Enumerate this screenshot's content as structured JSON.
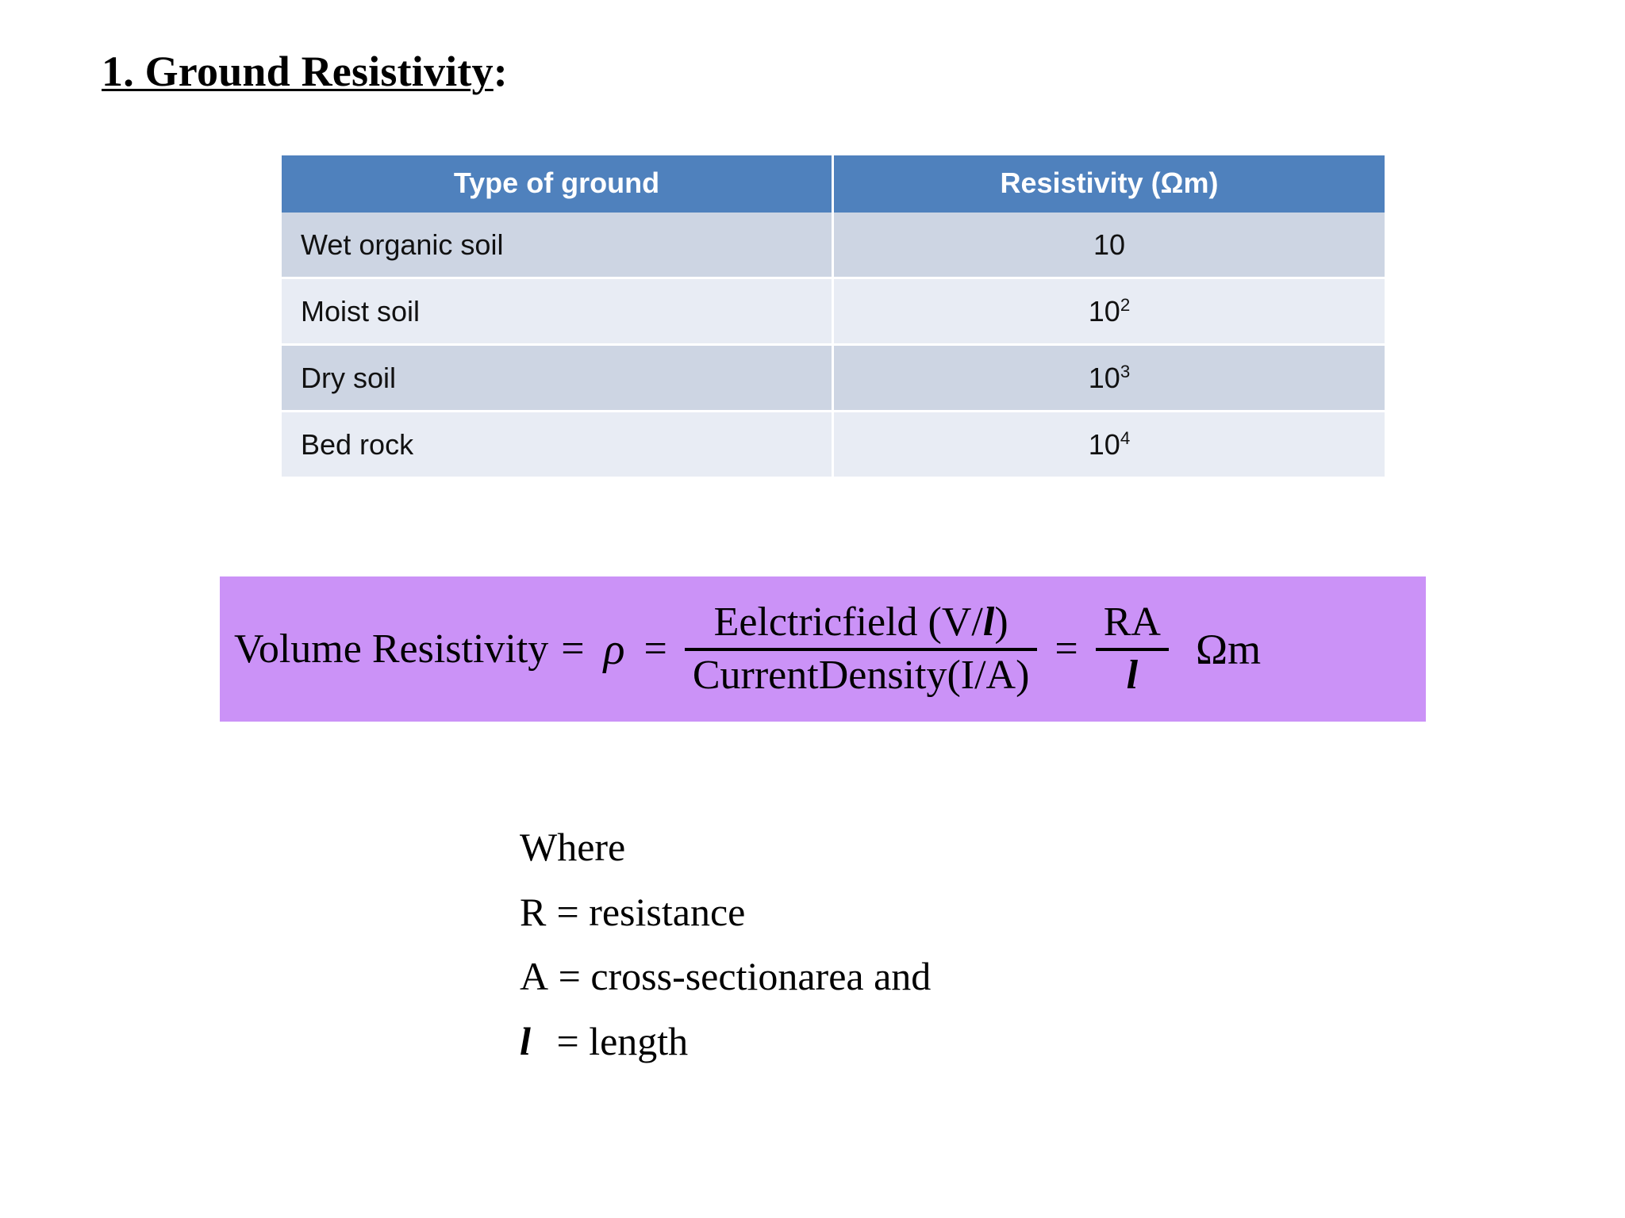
{
  "slide": {
    "title_underlined": "1. Ground Resistivity",
    "title_suffix": ":"
  },
  "table": {
    "headers": [
      "Type of ground",
      "Resistivity (Ωm)"
    ],
    "rows": [
      {
        "type": "Wet organic soil",
        "base": "10",
        "exp": ""
      },
      {
        "type": "Moist soil",
        "base": "10",
        "exp": "2"
      },
      {
        "type": "Dry soil",
        "base": "10",
        "exp": "3"
      },
      {
        "type": "Bed rock",
        "base": "10",
        "exp": "4"
      }
    ]
  },
  "formula": {
    "lhs": "Volume Resistivity",
    "equals1": "=",
    "rho": "ρ",
    "equals2": "=",
    "numerator_text": "Eelctricfield (V/",
    "numerator_var": "l",
    "numerator_close": ")",
    "denominator": "CurrentDensity(I/A)",
    "equals3": "=",
    "ratio_numerator": "RA",
    "ratio_denominator": "l",
    "units": "Ωm",
    "background_color": "#CB92F7"
  },
  "where": {
    "heading": "Where",
    "lines": [
      {
        "symbol": "R",
        "italic": false,
        "equals": "=",
        "definition": "resistance"
      },
      {
        "symbol": "A",
        "italic": false,
        "equals": "=",
        "definition": "cross-sectionarea and"
      },
      {
        "symbol": "l",
        "italic": true,
        "equals": "=",
        "definition": "length"
      }
    ]
  },
  "colors": {
    "header_blue": "#4F81BD",
    "row_dark": "#CDD5E3",
    "row_light": "#E8ECF4",
    "banner_purple": "#CB92F7"
  }
}
